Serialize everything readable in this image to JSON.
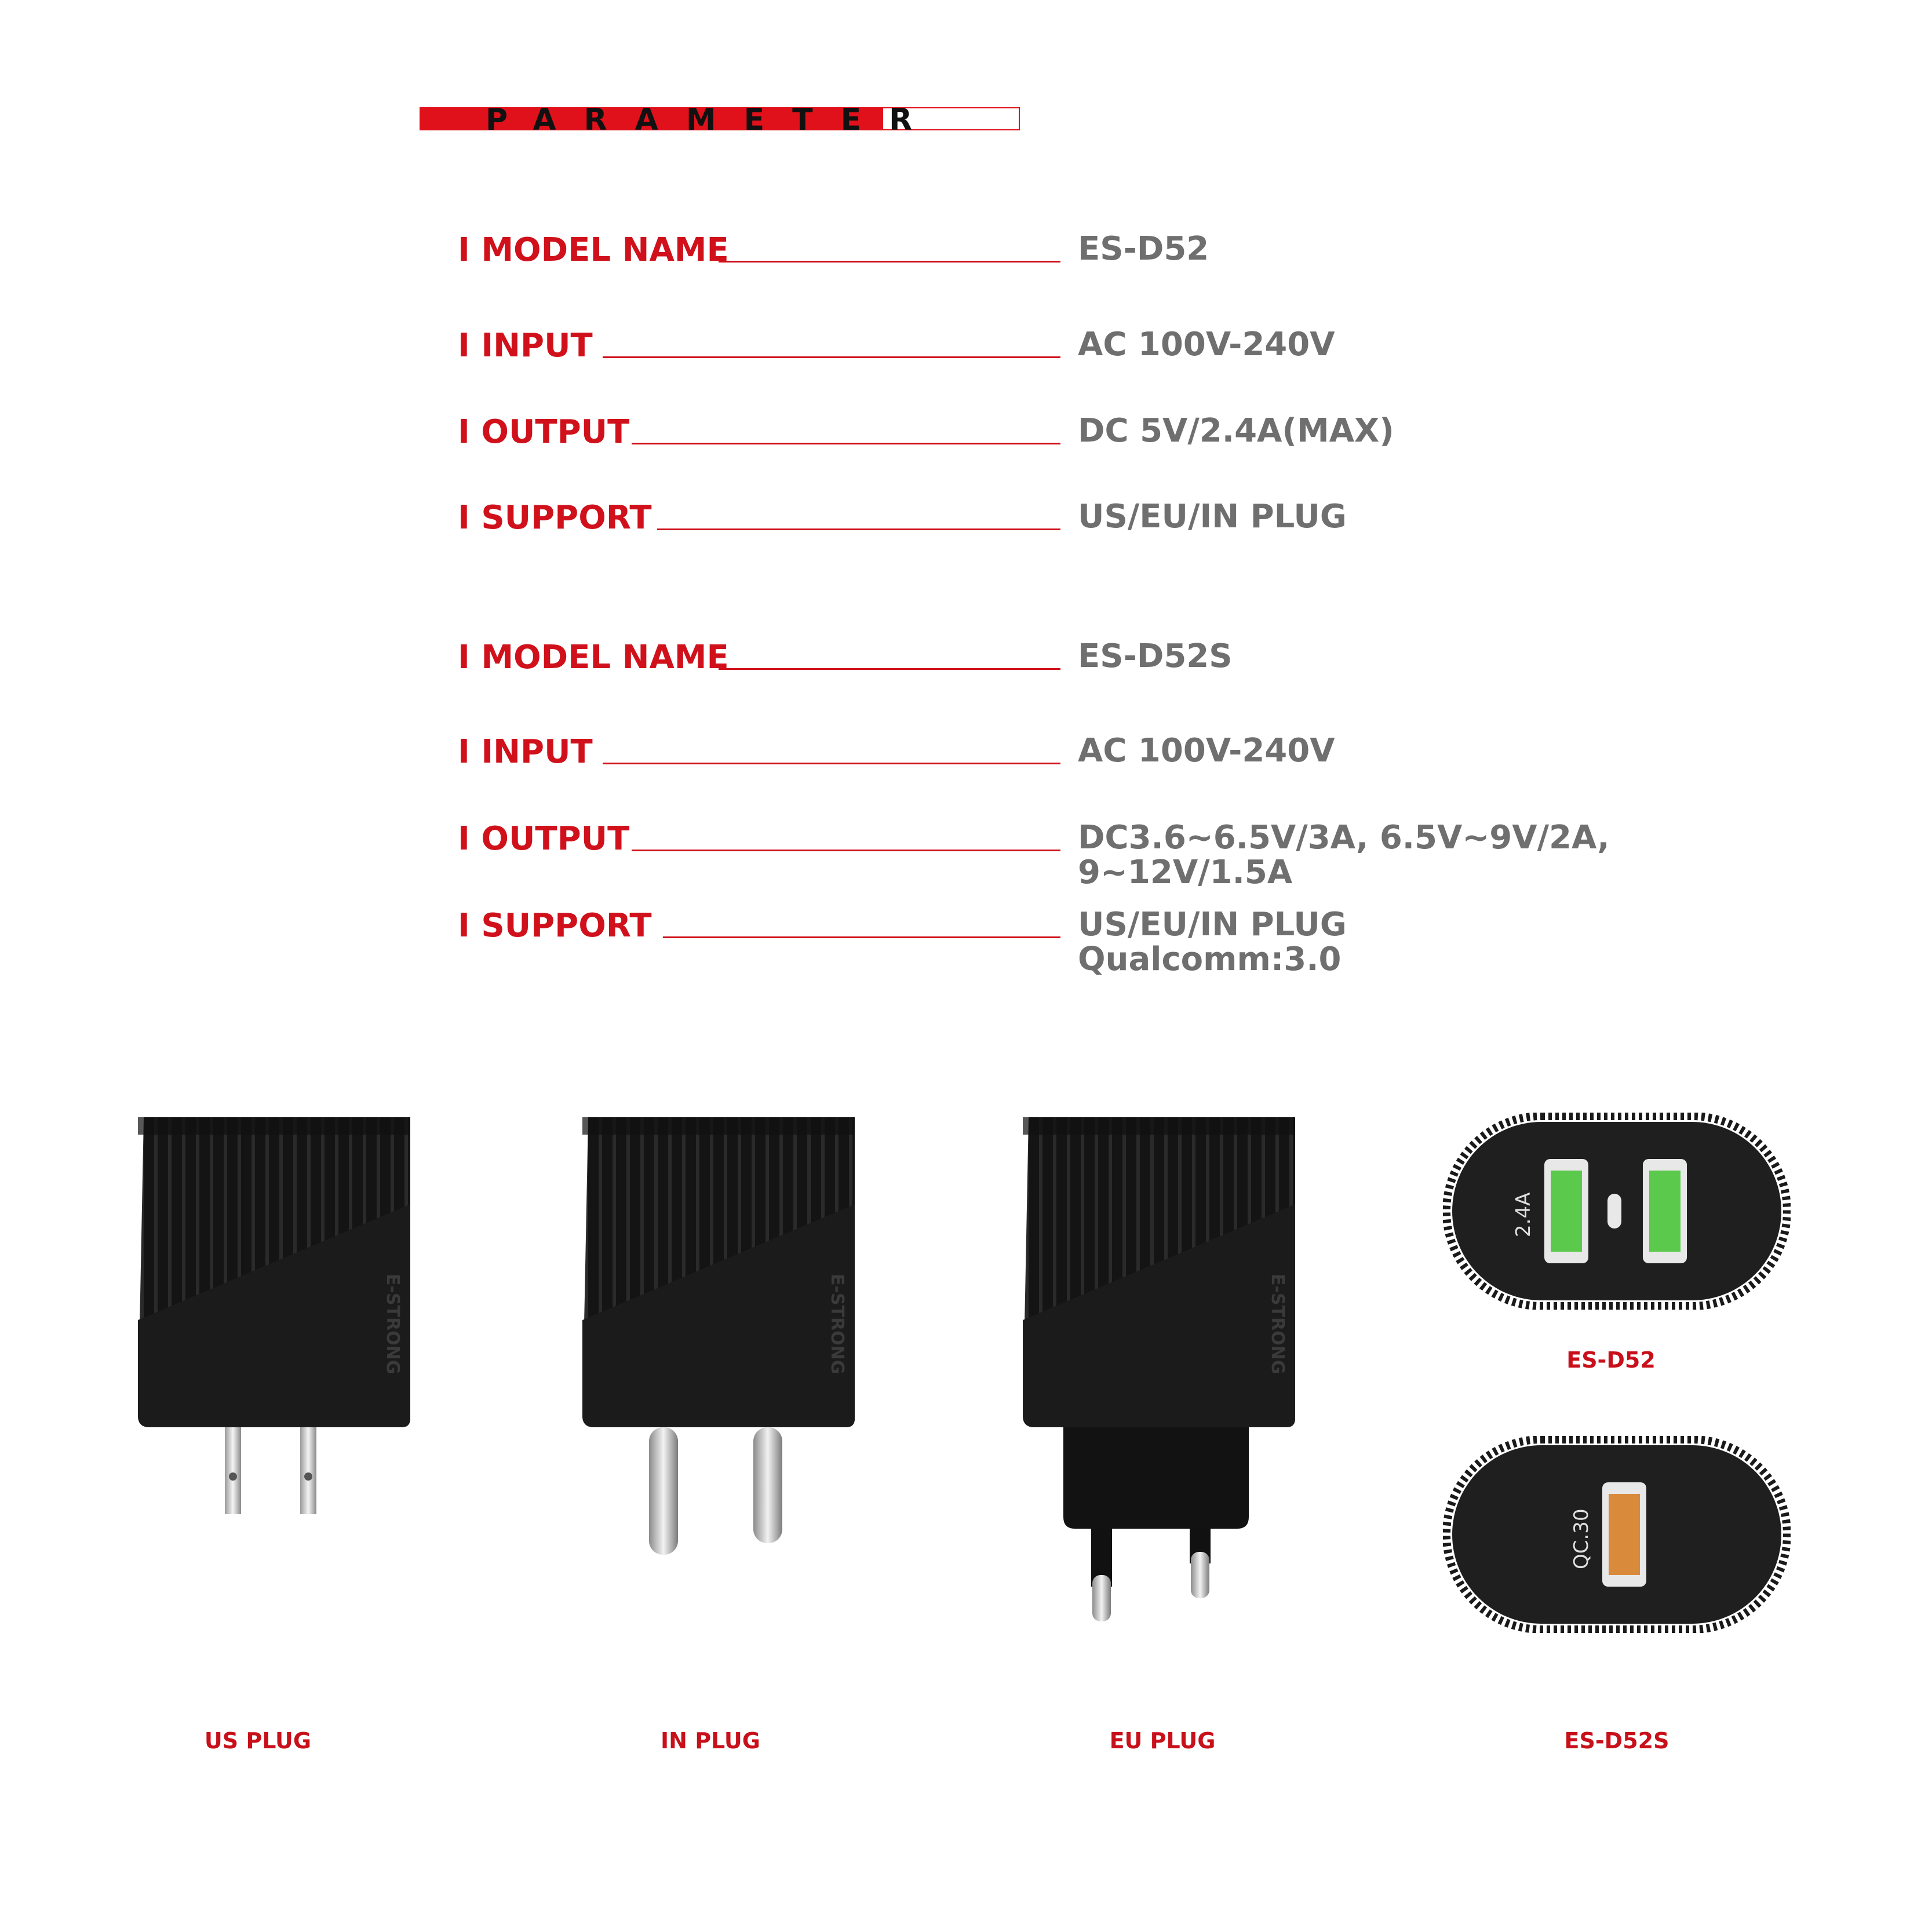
{
  "header": {
    "title": "PARAMETER"
  },
  "specs_d52": {
    "model_label": "I MODEL NAME",
    "model_value": "ES-D52",
    "input_label": "I INPUT",
    "input_value": "AC 100V-240V",
    "output_label": "I OUTPUT",
    "output_value": "DC 5V/2.4A(MAX)",
    "support_label": "I SUPPORT",
    "support_value": "US/EU/IN  PLUG"
  },
  "specs_d52s": {
    "model_label": "I MODEL NAME",
    "model_value": "ES-D52S",
    "input_label": "I INPUT",
    "input_value": "AC 100V-240V",
    "output_label": "I OUTPUT",
    "output_value_line1": "DC3.6~6.5V/3A, 6.5V~9V/2A,",
    "output_value_line2": "9~12V/1.5A",
    "support_label": "I SUPPORT",
    "support_value_line1": "US/EU/IN  PLUG",
    "support_value_line2": "Qualcomm:3.0"
  },
  "products": {
    "brand_text": "E-STRONG",
    "port_d52_label": "2.4A",
    "port_d52s_label": "QC.30",
    "captions": {
      "us": "US PLUG",
      "in": "IN PLUG",
      "eu": "EU PLUG",
      "d52": "ES-D52",
      "d52s": "ES-D52S"
    }
  },
  "colors": {
    "accent": "#e1111b",
    "value_gray": "#6f6f6f",
    "charger_body": "#151515"
  }
}
